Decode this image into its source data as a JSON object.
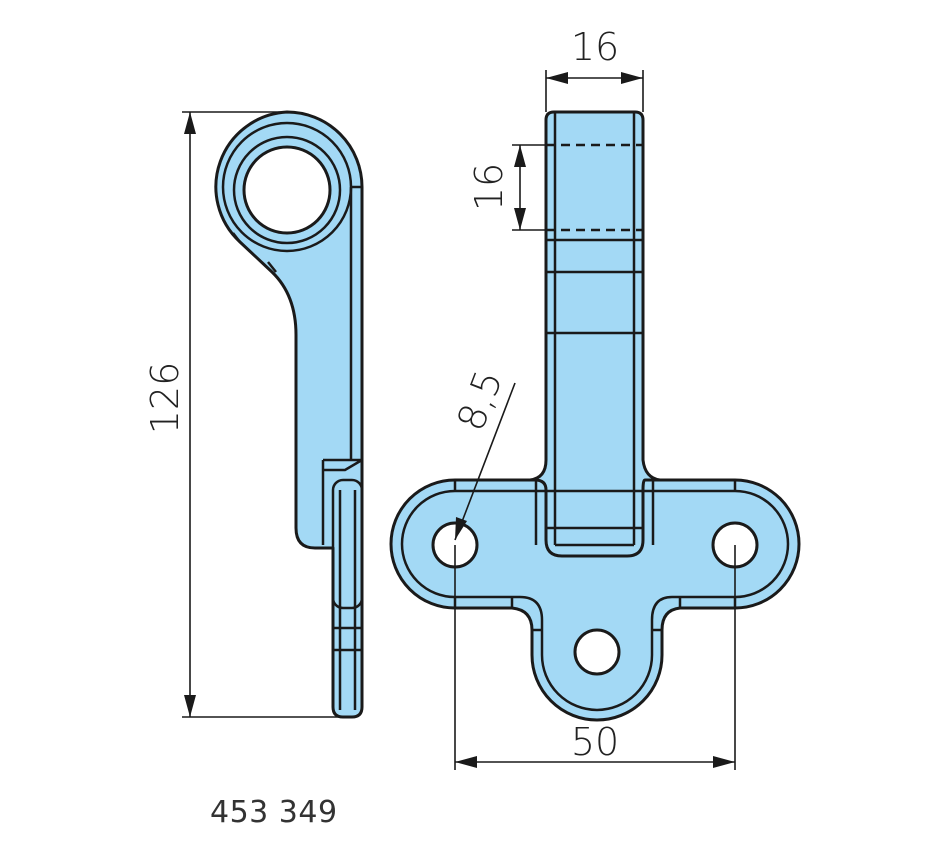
{
  "drawing": {
    "part_number": "453 349",
    "fill_color": "#a3d9f5",
    "line_color": "#1a1a1a",
    "dimensions": {
      "total_height": "126",
      "stem_width": "16",
      "slot_height": "16",
      "hole_diameter": "8,5",
      "hole_spacing": "50"
    }
  }
}
